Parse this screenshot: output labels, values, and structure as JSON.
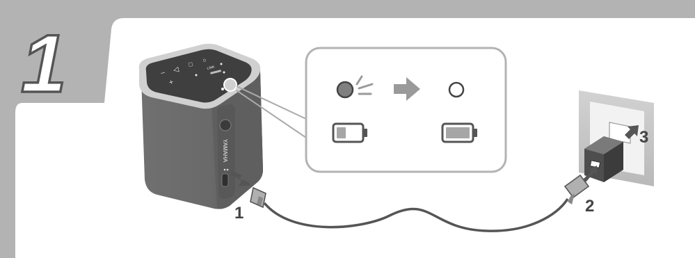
{
  "step_number": "1",
  "callouts": {
    "cable_to_speaker": "1",
    "cable_to_adapter": "2",
    "adapter_to_outlet": "3"
  },
  "speaker": {
    "top_labels": [
      "–",
      "◁",
      "+",
      "□",
      "○",
      "LINK"
    ],
    "side_brand": "YAMAHA"
  },
  "indicator": {
    "before_state": "lit",
    "after_state": "off",
    "battery_before": "charging",
    "battery_after": "full"
  },
  "colors": {
    "background": "#b3b3b3",
    "panel": "#ffffff",
    "speaker_body": "#6e6e6e",
    "speaker_top": "#3f3f3f",
    "dark_gray": "#555555",
    "light_gray": "#d9d9d9",
    "cable": "#555555"
  }
}
